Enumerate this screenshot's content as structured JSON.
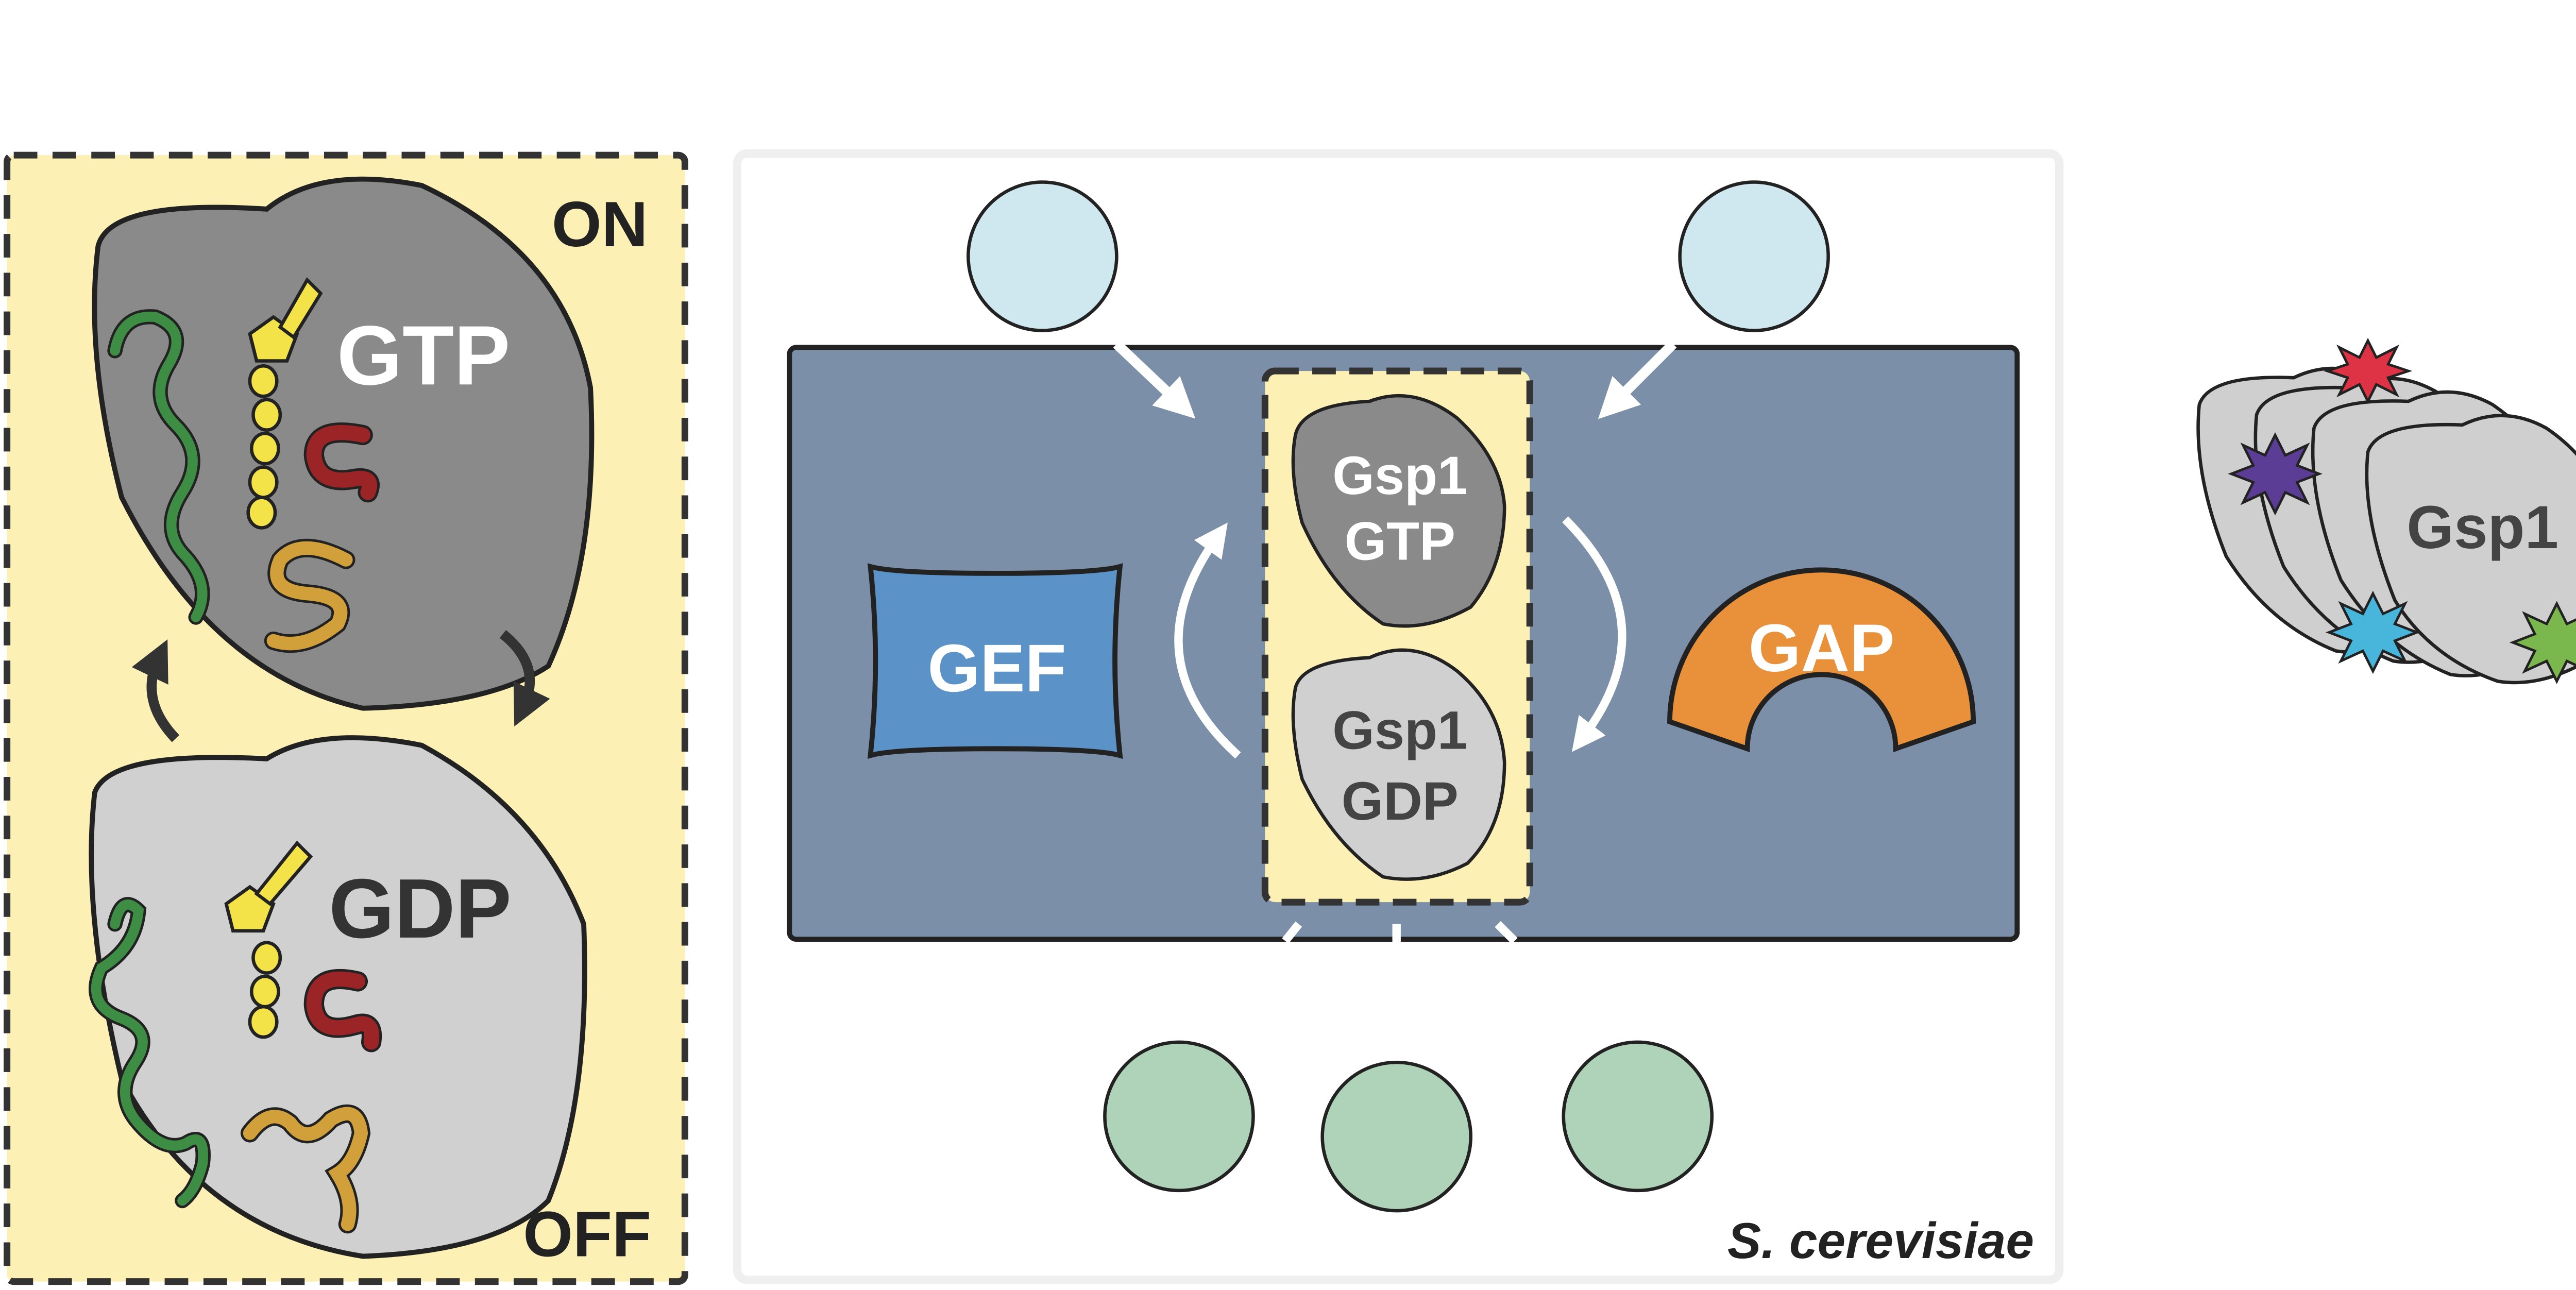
{
  "left_panel": {
    "on_label": "ON",
    "off_label": "OFF",
    "gtp_label": "GTP",
    "gdp_label": "GDP"
  },
  "center_panel": {
    "gef_label": "GEF",
    "gap_label": "GAP",
    "gsp1_gtp_line1": "Gsp1",
    "gsp1_gtp_line2": "GTP",
    "gsp1_gdp_line1": "Gsp1",
    "gsp1_gdp_line2": "GDP",
    "organism_label": "S. cerevisiae"
  },
  "right_panel": {
    "gsp1_label": "Gsp1"
  },
  "colors": {
    "on_off_background": "#FDF0B5",
    "cell_background": "#7C8FA8",
    "gef": "#5B93C8",
    "gap": "#E8903A",
    "gtp_state": "#8A8A8A",
    "gdp_state": "#D0D0D0",
    "top_circles": "#CFE7EE",
    "bottom_circles": "#AFD3B8",
    "switch_i": "#F3E348",
    "loop_red": "#9B2526",
    "loop_gold": "#D2A03A",
    "loop_green": "#3E8D44",
    "star_red": "#DD3344",
    "star_purple": "#5B3D96",
    "star_cyan": "#48B5DB",
    "star_green": "#7AB74C"
  }
}
